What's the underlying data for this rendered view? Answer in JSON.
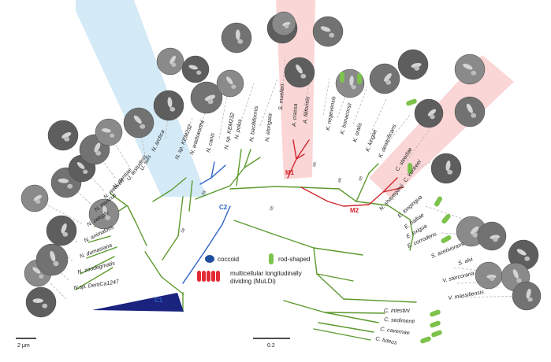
{
  "colors": {
    "branch_green": "#5c9a2e",
    "branch_blue": "#2f63c4",
    "branch_red": "#d2262f",
    "wedge_dark": "#1a237e",
    "blue_shade": "#cde6f5",
    "red_shade": "#f9d2d2",
    "rod_green": "#7cc24b",
    "coccoid_blue": "#1f4e9e",
    "multicell_red": "#e22b35",
    "micrograph_grey": "#8a8a8a"
  },
  "taxa": [
    {
      "label": "N.sp. DentCa1247"
    },
    {
      "label": "N. zoodegmatis"
    },
    {
      "label": "N. dumasiana"
    },
    {
      "label": "N. animaloris"
    },
    {
      "label": "N. zalophi"
    },
    {
      "label": "N. musculi"
    },
    {
      "label": "N. weaveri"
    },
    {
      "label": "N. dentiae"
    },
    {
      "label": "U. testudinis"
    },
    {
      "label": "U. suis"
    },
    {
      "label": "N. arctica"
    },
    {
      "label": "N. sp. KEM232"
    },
    {
      "label": "N. wadsworthii"
    },
    {
      "label": "N. canis"
    },
    {
      "label": "N. sp. KEM232"
    },
    {
      "label": "N. polus"
    },
    {
      "label": "N. bacilliformis"
    },
    {
      "label": "N. elongata"
    },
    {
      "label": "S. muelleri"
    },
    {
      "label": "A. crassa"
    },
    {
      "label": "A. filiformis"
    },
    {
      "label": "K. negevensis"
    },
    {
      "label": "K. bonacorsii"
    },
    {
      "label": "K. oralis"
    },
    {
      "label": "K. kingae"
    },
    {
      "label": "K. denitrificans"
    },
    {
      "label": "C. steedae"
    },
    {
      "label": "C. kunkeei"
    },
    {
      "label": "N. shayeganii"
    },
    {
      "label": "E. longingua"
    },
    {
      "label": "E. halliae"
    },
    {
      "label": "E. exigua"
    },
    {
      "label": "E. corrodens"
    },
    {
      "label": "S. acetivorans"
    },
    {
      "label": "S. alvi"
    },
    {
      "label": "V. stercoraria"
    },
    {
      "label": "V. massiliensis"
    },
    {
      "label": "C. intestini"
    },
    {
      "label": "C. sedimenti"
    },
    {
      "label": "C. cavernae"
    },
    {
      "label": "C. luteus"
    }
  ],
  "clades": [
    {
      "label": "C1",
      "color": "#2f63c4"
    },
    {
      "label": "C2",
      "color": "#2f63c4"
    },
    {
      "label": "M1",
      "color": "#d2262f"
    },
    {
      "label": "M2",
      "color": "#d2262f"
    }
  ],
  "node_labels": [
    "58",
    "58",
    "58",
    "68",
    "68",
    "68"
  ],
  "legend": {
    "coccoid": "coccoid",
    "rod": "rod-shaped",
    "muldi": "multicellular longitudinally",
    "muldi_line2": "dividing (MuLDi)"
  },
  "scalebars": {
    "micro": "2 μm",
    "tree": "0.2"
  }
}
